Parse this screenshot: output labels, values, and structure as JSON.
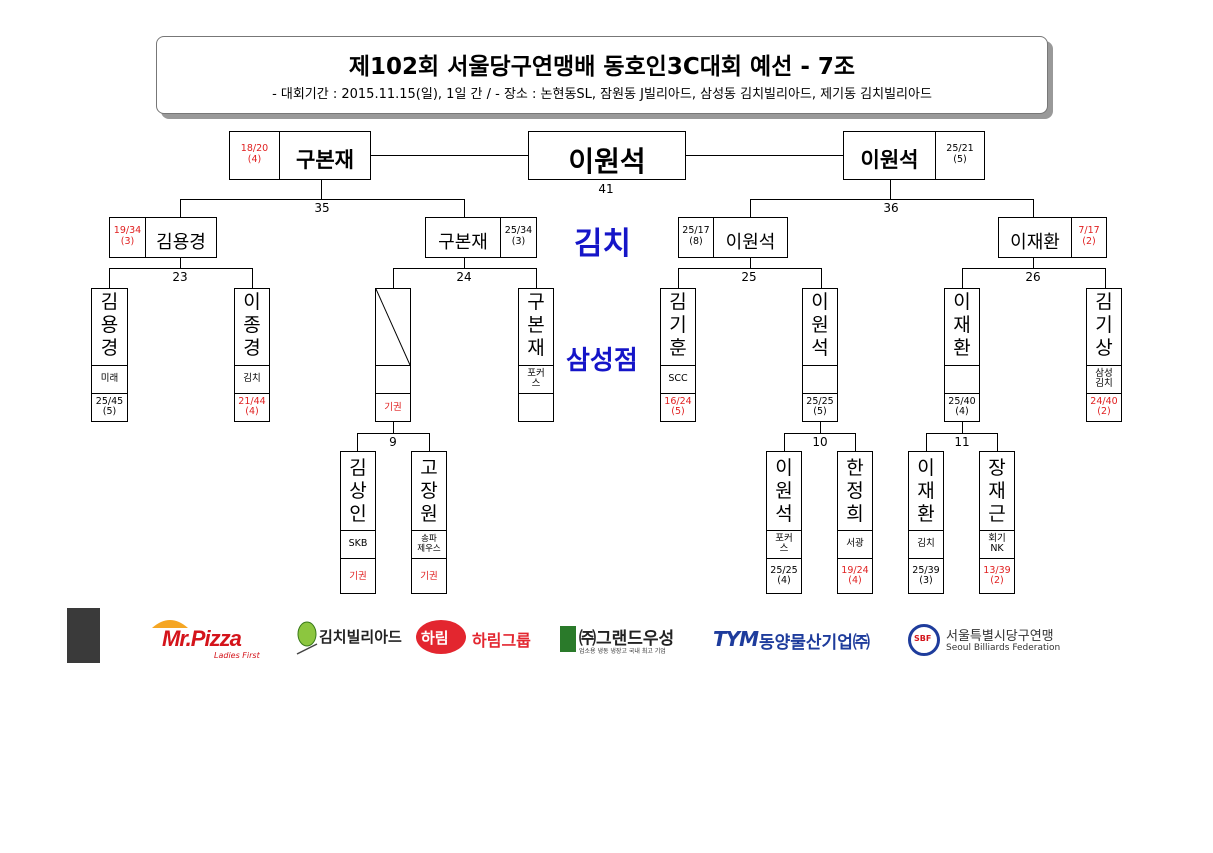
{
  "header": {
    "title": "제102회 서울당구연맹배 동호인3C대회 예선 - 7조",
    "subtitle": "- 대회기간 : 2015.11.15(일), 1일 간 / - 장소 : 논현동SL, 잠원동 J빌리아드, 삼성동 김치빌리아드, 제기동 김치빌리아드"
  },
  "venues": {
    "top": "김치",
    "bottom": "삼성점"
  },
  "final": {
    "winner": "이원석",
    "match_no": "41",
    "left": {
      "name": "구본재",
      "score": "18/20",
      "inn": "(4)"
    },
    "right": {
      "name": "이원석",
      "score": "25/21",
      "inn": "(5)"
    }
  },
  "semis": {
    "left_no": "35",
    "right_no": "36"
  },
  "quarters": {
    "q1": {
      "name": "김용경",
      "score": "19/34",
      "inn": "(3)"
    },
    "q2": {
      "name": "구본재",
      "score": "25/34",
      "inn": "(3)"
    },
    "q3": {
      "name": "이원석",
      "score": "25/17",
      "inn": "(8)"
    },
    "q4": {
      "name": "이재환",
      "score": "7/17",
      "inn": "(2)"
    },
    "n23": "23",
    "n24": "24",
    "n25": "25",
    "n26": "26"
  },
  "round16": {
    "p1": {
      "c1": "김",
      "c2": "용",
      "c3": "경",
      "club": "미래",
      "score": "25/45",
      "inn": "(5)"
    },
    "p2": {
      "c1": "이",
      "c2": "종",
      "c3": "경",
      "club": "김치",
      "score": "21/44",
      "inn": "(4)"
    },
    "p3": {
      "club": "기권"
    },
    "p4": {
      "c1": "구",
      "c2": "본",
      "c3": "재",
      "club1": "포커",
      "club2": "스"
    },
    "p5": {
      "c1": "김",
      "c2": "기",
      "c3": "훈",
      "club": "SCC",
      "score": "16/24",
      "inn": "(5)"
    },
    "p6": {
      "c1": "이",
      "c2": "원",
      "c3": "석",
      "score": "25/25",
      "inn": "(5)"
    },
    "p7": {
      "c1": "이",
      "c2": "재",
      "c3": "환",
      "score": "25/40",
      "inn": "(4)"
    },
    "p8": {
      "c1": "김",
      "c2": "기",
      "c3": "상",
      "club1": "삼성",
      "club2": "김치",
      "score": "24/40",
      "inn": "(2)"
    }
  },
  "prelim": {
    "n9": "9",
    "n10": "10",
    "n11": "11",
    "a1": {
      "c1": "김",
      "c2": "상",
      "c3": "인",
      "club": "SKB",
      "res": "기권"
    },
    "a2": {
      "c1": "고",
      "c2": "장",
      "c3": "원",
      "club1": "송파",
      "club2": "제우스",
      "res": "기권"
    },
    "b1": {
      "c1": "이",
      "c2": "원",
      "c3": "석",
      "club1": "포커",
      "club2": "스",
      "score": "25/25",
      "inn": "(4)"
    },
    "b2": {
      "c1": "한",
      "c2": "정",
      "c3": "희",
      "club": "서광",
      "score": "19/24",
      "inn": "(4)"
    },
    "c1p": {
      "c1": "이",
      "c2": "재",
      "c3": "환",
      "club": "김치",
      "score": "25/39",
      "inn": "(3)"
    },
    "c2p": {
      "c1": "장",
      "c2": "재",
      "c3": "근",
      "club1": "회기",
      "club2": "NK",
      "score": "13/39",
      "inn": "(2)"
    }
  },
  "sponsors": {
    "mrpizza": "Mr.Pizza",
    "mrpizza_sub": "Ladies First",
    "kimchi": "김치빌리아드",
    "harim_badge": "하림",
    "harim": "하림그룹",
    "grand": "㈜그랜드우성",
    "grand_sub": "업소용 냉동 냉장고 국내 최고 기업",
    "dongyang_mark": "TYM",
    "dongyang": "동양물산기업㈜",
    "sbf_mark": "SBF",
    "sbf": "서울특별시당구연맹",
    "sbf_en": "Seoul Billiards Federation"
  },
  "colors": {
    "red": "#e02020",
    "venue_blue": "#1515c8",
    "mrpizza": "#d4141b",
    "harim": "#e3262f",
    "tym": "#1e3c9c",
    "grand": "#2a7a2a"
  }
}
